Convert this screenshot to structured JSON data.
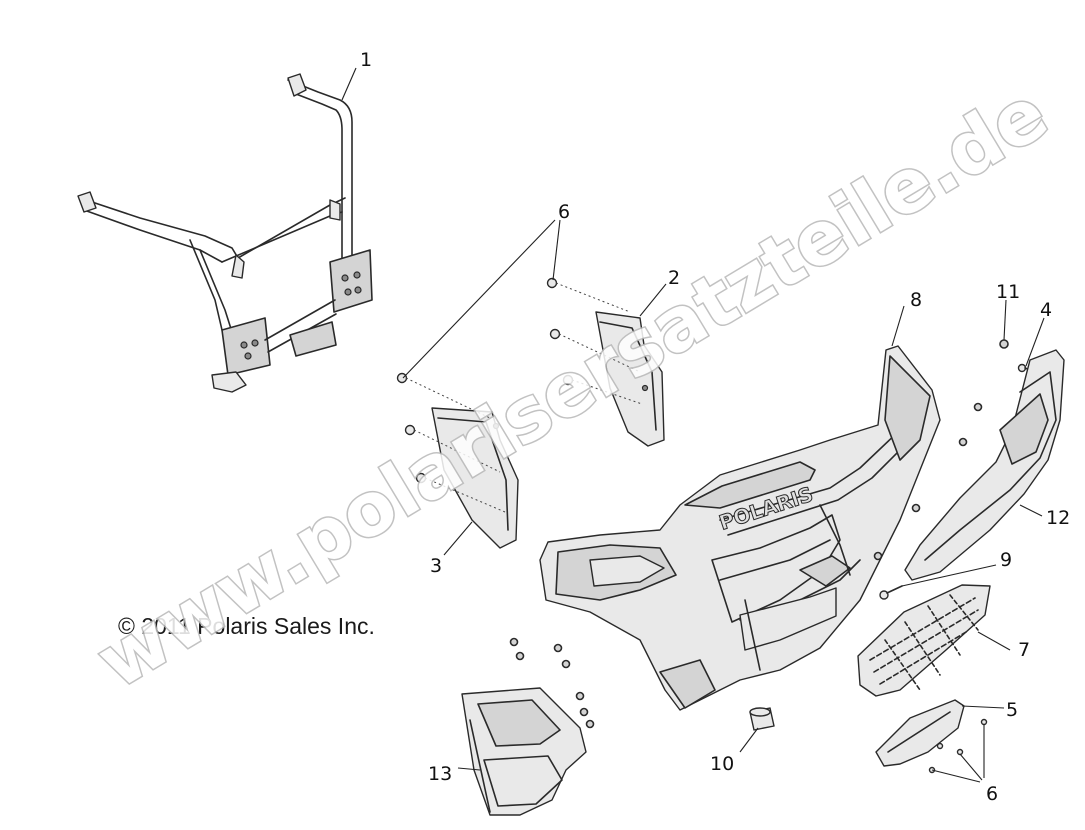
{
  "copyright": "© 2011 Polaris Sales Inc.",
  "watermark": "www.polarisersatzteile.de",
  "brand_mark": "POLARIS",
  "callouts": {
    "c1": "1",
    "c2": "2",
    "c3": "3",
    "c4": "4",
    "c5": "5",
    "c6a": "6",
    "c6b": "6",
    "c7": "7",
    "c8": "8",
    "c9": "9",
    "c10": "10",
    "c11": "11",
    "c12": "12",
    "c13": "13"
  }
}
